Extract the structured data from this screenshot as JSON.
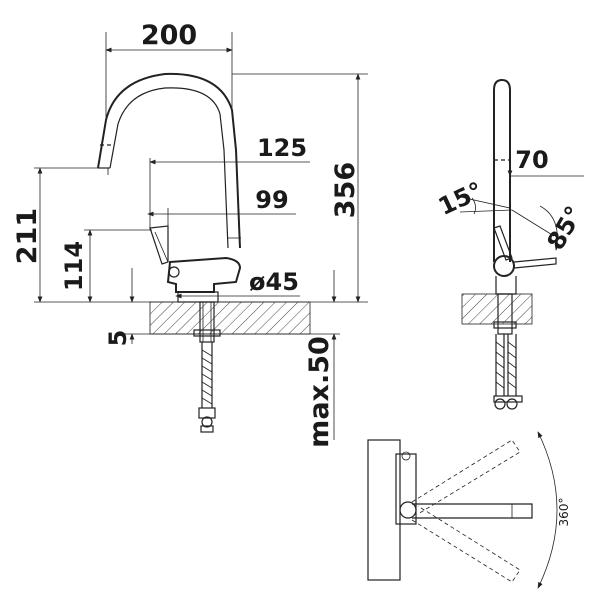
{
  "dimensions": {
    "width_200": "200",
    "reach_125": "125",
    "reach_99": "99",
    "height_356": "356",
    "height_211": "211",
    "height_114": "114",
    "diameter_45": "ø45",
    "thickness_5": "5",
    "max_50": "max.50",
    "side_70": "70",
    "angle_15": "15°",
    "angle_85": "85°",
    "rotation_360": "360°"
  },
  "colors": {
    "line": "#222222",
    "hatch": "#444444",
    "background": "#ffffff"
  }
}
